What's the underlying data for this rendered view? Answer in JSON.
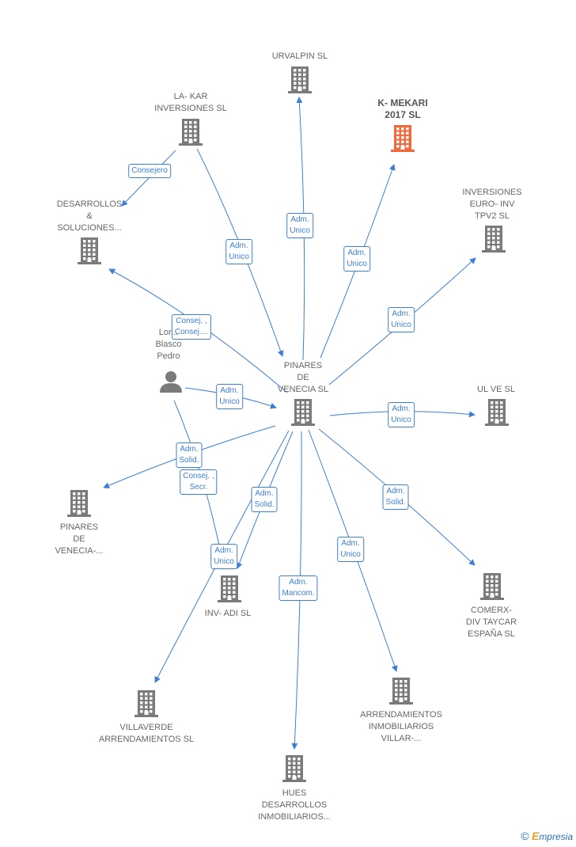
{
  "colors": {
    "edge": "#3d7fd6",
    "building": "#7a7a7a",
    "highlight": "#f0693a",
    "person": "#7a7a7a"
  },
  "nodes": [
    {
      "id": "center",
      "label": "PINARES\nDE\nVENECIA SL",
      "type": "company"
    },
    {
      "id": "urvalpin",
      "label": "URVALPIN SL",
      "type": "company"
    },
    {
      "id": "kmekari",
      "label": "K- MEKARI\n2017  SL",
      "type": "company",
      "highlight": true
    },
    {
      "id": "lakar",
      "label": "LA- KAR\nINVERSIONES SL",
      "type": "company"
    },
    {
      "id": "desarrollos",
      "label": "DESARROLLOS\n&\nSOLUCIONES...",
      "type": "company"
    },
    {
      "id": "inversiones",
      "label": "INVERSIONES\nEURO- INV\nTPV2 SL",
      "type": "company"
    },
    {
      "id": "ulve",
      "label": "UL VE  SL",
      "type": "company"
    },
    {
      "id": "person",
      "label": "Lor...\nBlasco\nPedro",
      "type": "person"
    },
    {
      "id": "pinares2",
      "label": "PINARES\nDE\nVENECIA-...",
      "type": "company"
    },
    {
      "id": "invadi",
      "label": "INV- ADI  SL",
      "type": "company"
    },
    {
      "id": "comerx",
      "label": "COMERX-\nDIV TAYCAR\nESPAÑA  SL",
      "type": "company"
    },
    {
      "id": "villaverde",
      "label": "VILLAVERDE\nARRENDAMIENTOS SL",
      "type": "company"
    },
    {
      "id": "arrend",
      "label": "ARRENDAMIENTOS\nINMOBILIARIOS\nVILLAR-...",
      "type": "company"
    },
    {
      "id": "hues",
      "label": "HUES\nDESARROLLOS\nINMOBILIARIOS...",
      "type": "company"
    }
  ],
  "edges": [
    {
      "from": "center",
      "to": "urvalpin",
      "label": "Adm.\nUnico"
    },
    {
      "from": "center",
      "to": "kmekari",
      "label": "Adm.\nUnico"
    },
    {
      "from": "lakar",
      "to": "center",
      "label": "Adm.\nUnico"
    },
    {
      "from": "lakar",
      "to": "desarrollos",
      "label": "Consejero"
    },
    {
      "from": "center",
      "to": "desarrollos",
      "label": "Consej. ,\nConsej...."
    },
    {
      "from": "center",
      "to": "inversiones",
      "label": "Adm.\nUnico"
    },
    {
      "from": "center",
      "to": "ulve",
      "label": "Adm.\nUnico"
    },
    {
      "from": "person",
      "to": "center",
      "label": "Adm.\nUnico"
    },
    {
      "from": "center",
      "to": "pinares2",
      "label": "Adm.\nSolid."
    },
    {
      "from": "person",
      "to": "invadi",
      "label": "Consej. ,\nSecr."
    },
    {
      "from": "center",
      "to": "invadi",
      "label": "Adm.\nSolid."
    },
    {
      "from": "center",
      "to": "comerx",
      "label": "Adm.\nSolid."
    },
    {
      "from": "center",
      "to": "villaverde",
      "label": "Adm.\nUnico"
    },
    {
      "from": "center",
      "to": "arrend",
      "label": "Adm.\nUnico"
    },
    {
      "from": "center",
      "to": "hues",
      "label": "Adm.\nMancom."
    }
  ],
  "footer": {
    "copyright_symbol": "©",
    "brand_first": "E",
    "brand_rest": "mpresia"
  }
}
